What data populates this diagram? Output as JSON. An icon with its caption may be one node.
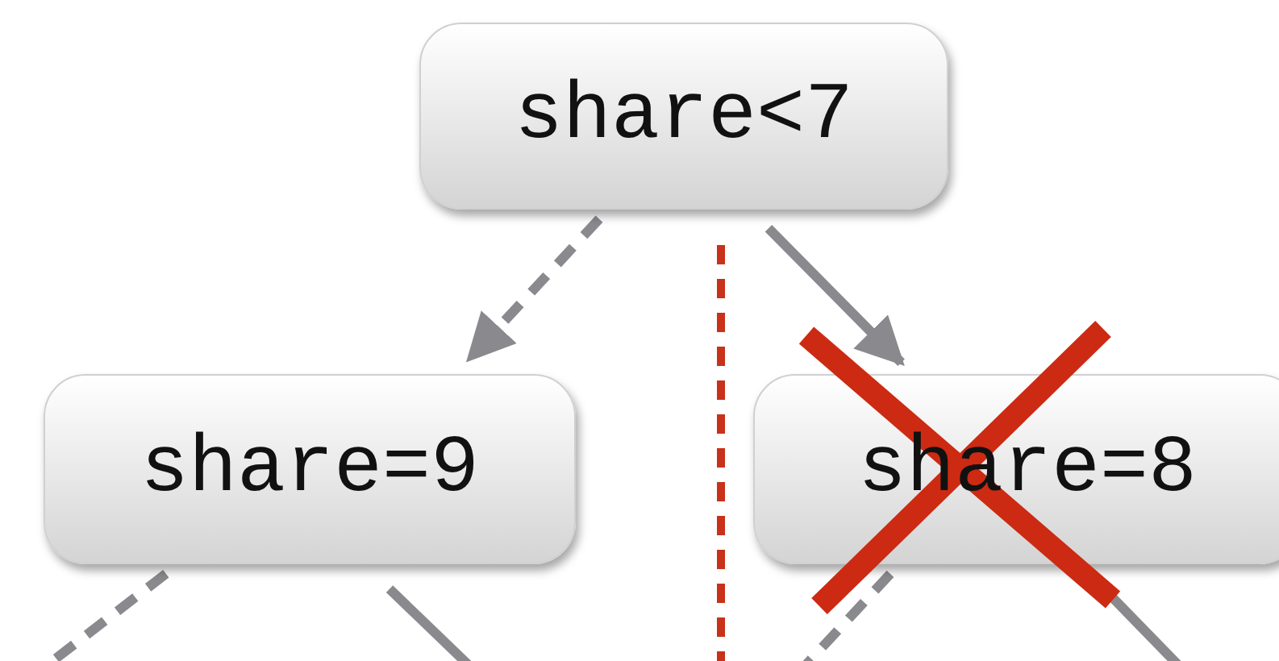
{
  "diagram": {
    "nodes": [
      {
        "text": [
          "share<7"
        ]
      },
      {
        "text": [
          "share=9"
        ]
      },
      {
        "text": [
          "share=8"
        ]
      }
    ],
    "edges": [
      {
        "from": 0,
        "to": 1,
        "arrow": "to",
        "style": "dashed"
      },
      {
        "from": 0,
        "to": 2,
        "arrow": "to"
      },
      {
        "from": 1,
        "to": null,
        "arrow": "none",
        "style": "dashed"
      },
      {
        "from": 1,
        "to": null,
        "arrow": "none"
      },
      {
        "from": 2,
        "to": null,
        "arrow": "none",
        "style": "dashed"
      },
      {
        "from": 2,
        "to": null,
        "arrow": "none"
      }
    ]
  }
}
